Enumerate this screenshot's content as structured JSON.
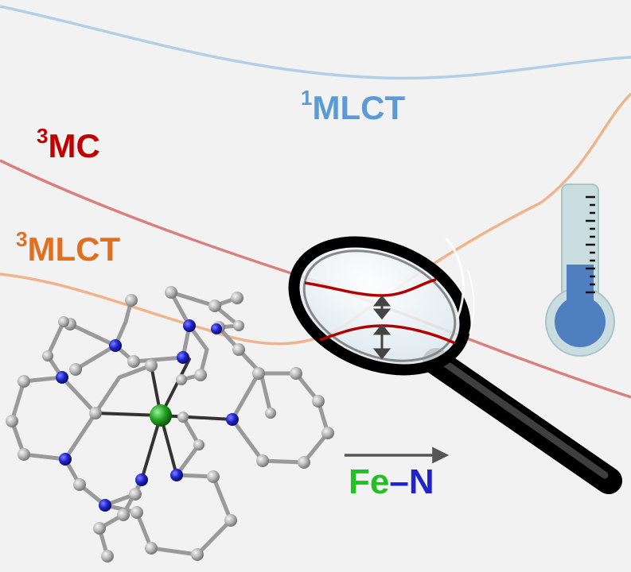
{
  "labels": {
    "singlet_mlct": {
      "sup": "1",
      "text": "MLCT"
    },
    "triplet_mc": {
      "sup": "3",
      "text": "MC"
    },
    "triplet_mlct": {
      "sup": "3",
      "text": "MLCT"
    }
  },
  "bond": {
    "left": "Fe",
    "dash": "–",
    "right": "N"
  },
  "colors": {
    "background": "#f2f2f2",
    "singlet_mlct": "#5b9bd5",
    "singlet_mlct_curve": "#b3cfe7",
    "triplet_mc": "#c00000",
    "triplet_mc_curve": "#d88080",
    "triplet_mlct": "#e07020",
    "triplet_mlct_curve": "#f0b48c",
    "iron": "#22a322",
    "nitrogen": "#1f23c8",
    "carbon": "#b8b8b8",
    "thermometer_fill": "#4f7fbf",
    "thermometer_glass": "#c9dcdf"
  }
}
